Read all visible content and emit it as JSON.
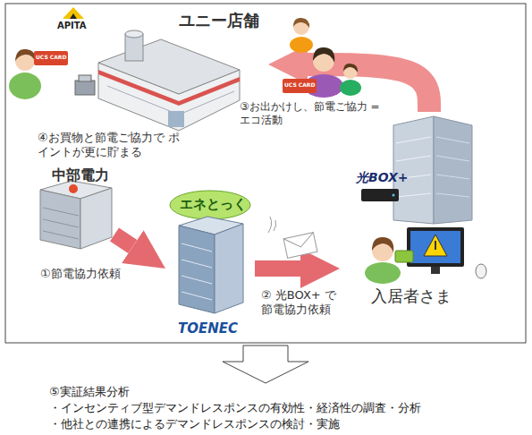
{
  "diagram": {
    "nodes": [
      {
        "text": [
          "ユニー店舗"
        ]
      },
      {
        "text": [
          "中部電力"
        ]
      },
      {
        "text": [
          "エネとっく",
          "TOENEC"
        ]
      },
      {
        "text": [
          "入居者さま"
        ]
      }
    ],
    "edges": [
      {
        "from": 1,
        "to": 2,
        "arrow": "to",
        "label": "①節電協力依頼"
      },
      {
        "from": 2,
        "to": 3,
        "arrow": "to",
        "label": "② 光BOX+ で 節電協力依頼"
      },
      {
        "from": 3,
        "to": 0,
        "arrow": "to",
        "label": "③お出かけし、節電ご協力 =エコ活動"
      }
    ],
    "labels": [
      "APITA",
      "UCS CARD",
      "④お買物と節電ご協力で ポイントが更に貯まる",
      "UCS CARD",
      "光BOX+",
      "⑤実証結果分析",
      "・インセンティブ型デマンドレスポンスの有効性・経済性の調査・分析",
      "・他社との連携によるデマンドレスポンスの検討・実施"
    ]
  }
}
